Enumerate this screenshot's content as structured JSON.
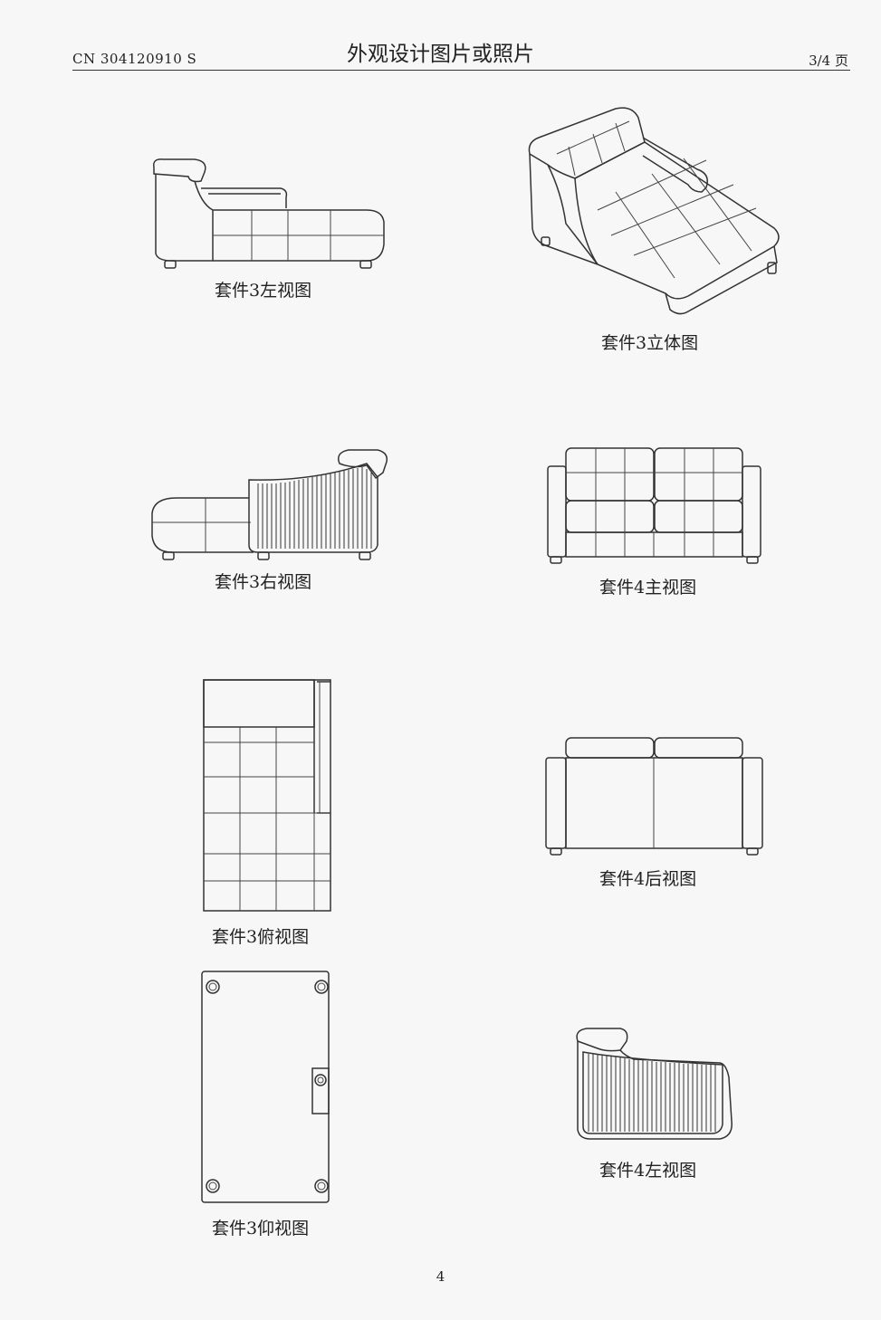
{
  "header": {
    "patent_number": "CN 304120910 S",
    "title": "外观设计图片或照片",
    "page_indicator": "3/4 页"
  },
  "figures": [
    {
      "caption": "套件3左视图"
    },
    {
      "caption": "套件3立体图"
    },
    {
      "caption": "套件3右视图"
    },
    {
      "caption": "套件4主视图"
    },
    {
      "caption": "套件3俯视图"
    },
    {
      "caption": "套件4后视图"
    },
    {
      "caption": "套件3仰视图"
    },
    {
      "caption": "套件4左视图"
    }
  ],
  "footer": {
    "page_number": "4"
  }
}
